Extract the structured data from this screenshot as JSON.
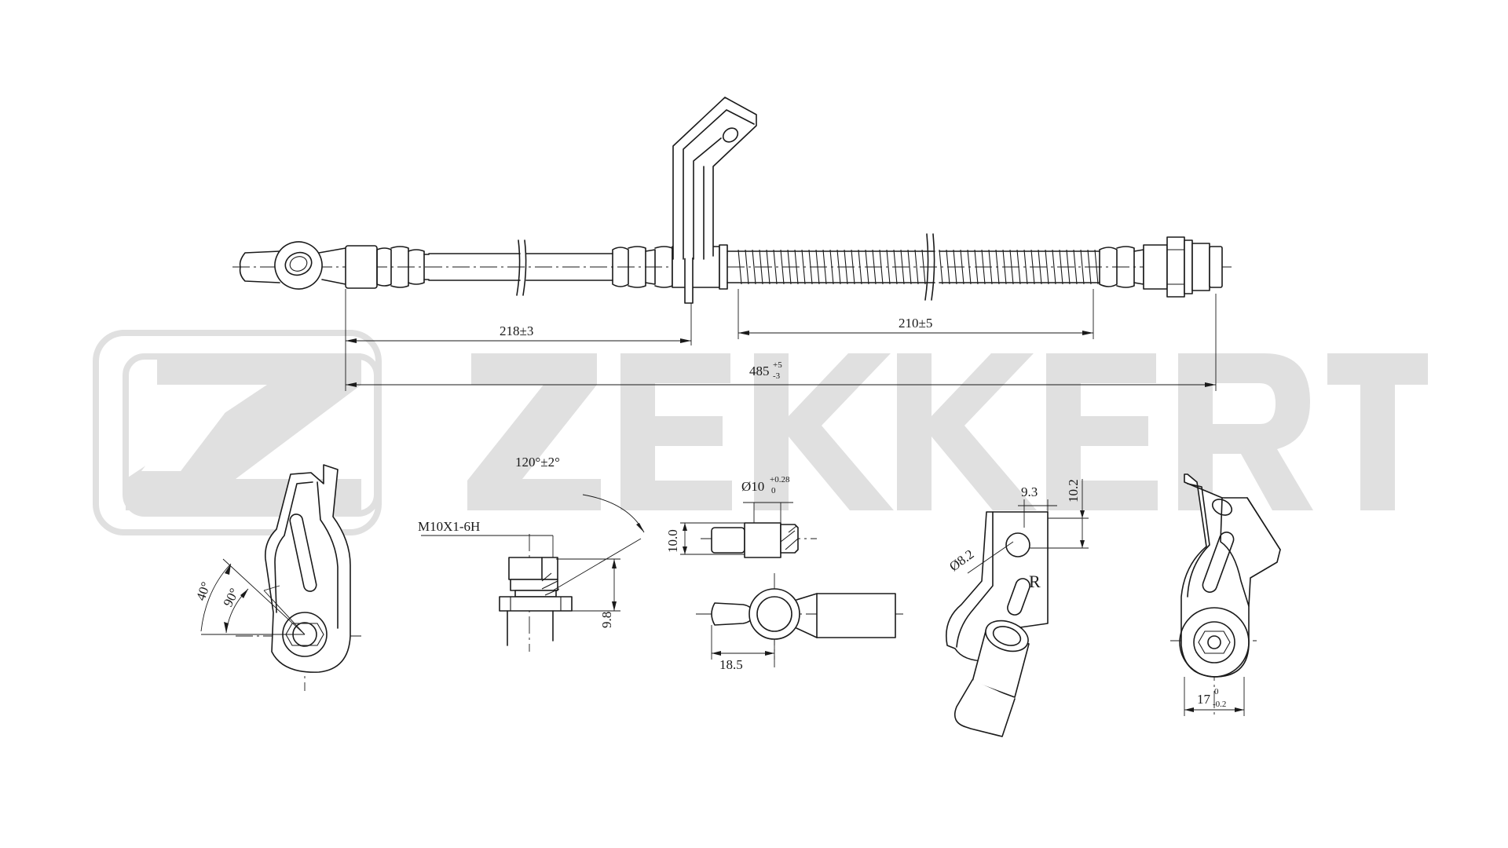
{
  "brand": {
    "name": "ZEKKERT",
    "watermark_color": "#e0e0e0"
  },
  "drawing": {
    "line_color": "#1a1a1a",
    "background": "#ffffff"
  },
  "dimensions": {
    "length_left": "218±3",
    "length_right": "210±5",
    "total_length": "485",
    "total_tol_upper": "+5",
    "total_tol_lower": "-3",
    "angle_fitting": "120°±2°",
    "thread": "M10X1-6H",
    "bore_diameter": "Ø10",
    "bore_tol_upper": "+0.28",
    "bore_tol_lower": "0",
    "bore_length": "10.0",
    "fitting_height": "9.8",
    "banjo_offset": "18.5",
    "angle_40": "40°",
    "angle_90": "90°",
    "bracket_offset": "9.3",
    "bracket_height": "10.2",
    "hole_diameter": "Ø8.2",
    "side_mark": "R",
    "hex_size": "17",
    "hex_tol_upper": "0",
    "hex_tol_lower": "-0.2"
  }
}
